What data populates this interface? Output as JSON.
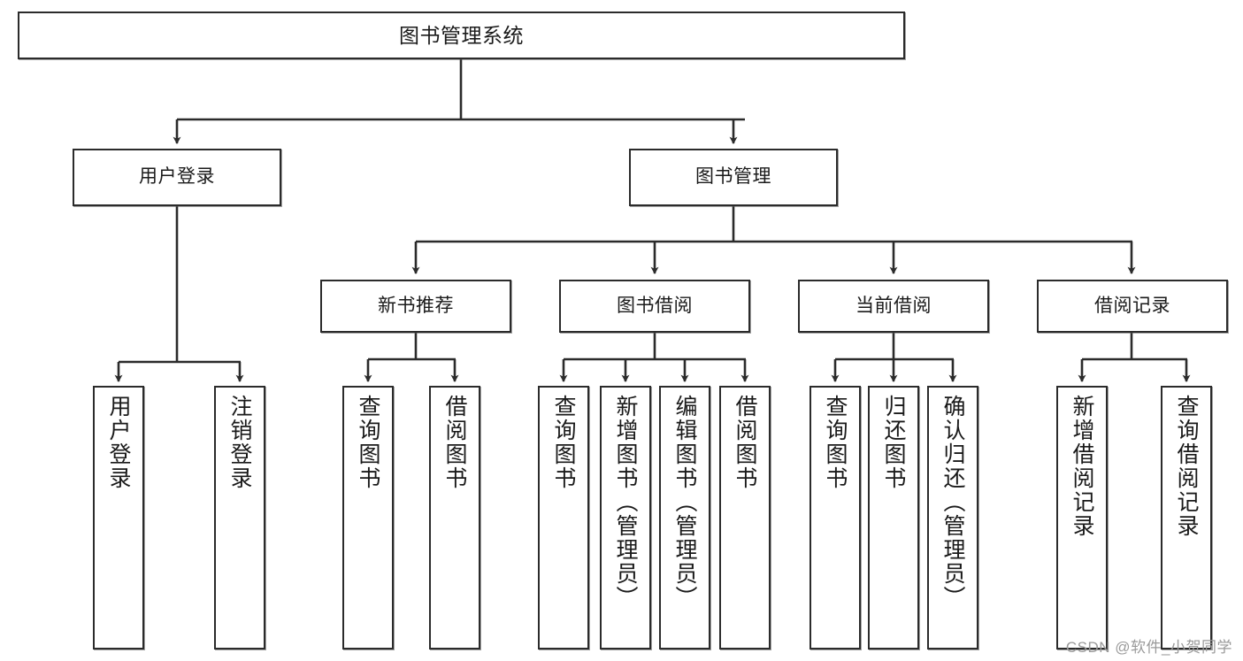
{
  "diagram": {
    "title": "图书管理系统",
    "watermark": "CSDN @软件_小贺同学",
    "colors": {
      "stroke": "#2b2b2b",
      "fill": "#ffffff",
      "shadow": "#5a5a5a",
      "watermark": "#9a9a9a"
    },
    "levels": {
      "root": {
        "label": "图书管理系统"
      },
      "level2": [
        {
          "label": "用户登录"
        },
        {
          "label": "图书管理"
        }
      ],
      "level3": [
        {
          "label": "新书推荐"
        },
        {
          "label": "图书借阅"
        },
        {
          "label": "当前借阅"
        },
        {
          "label": "借阅记录"
        }
      ],
      "leaves": {
        "user_login": [
          {
            "label": "用户登录"
          },
          {
            "label": "注销登录"
          }
        ],
        "new_book_recommend": [
          {
            "label": "查询图书"
          },
          {
            "label": "借阅图书"
          }
        ],
        "book_borrow": [
          {
            "label": "查询图书"
          },
          {
            "label": "新增图书（管理员）"
          },
          {
            "label": "编辑图书（管理员）"
          },
          {
            "label": "借阅图书"
          }
        ],
        "current_borrow": [
          {
            "label": "查询图书"
          },
          {
            "label": "归还图书"
          },
          {
            "label": "确认归还（管理员）"
          }
        ],
        "borrow_record": [
          {
            "label": "新增借阅记录"
          },
          {
            "label": "查询借阅记录"
          }
        ]
      }
    }
  }
}
